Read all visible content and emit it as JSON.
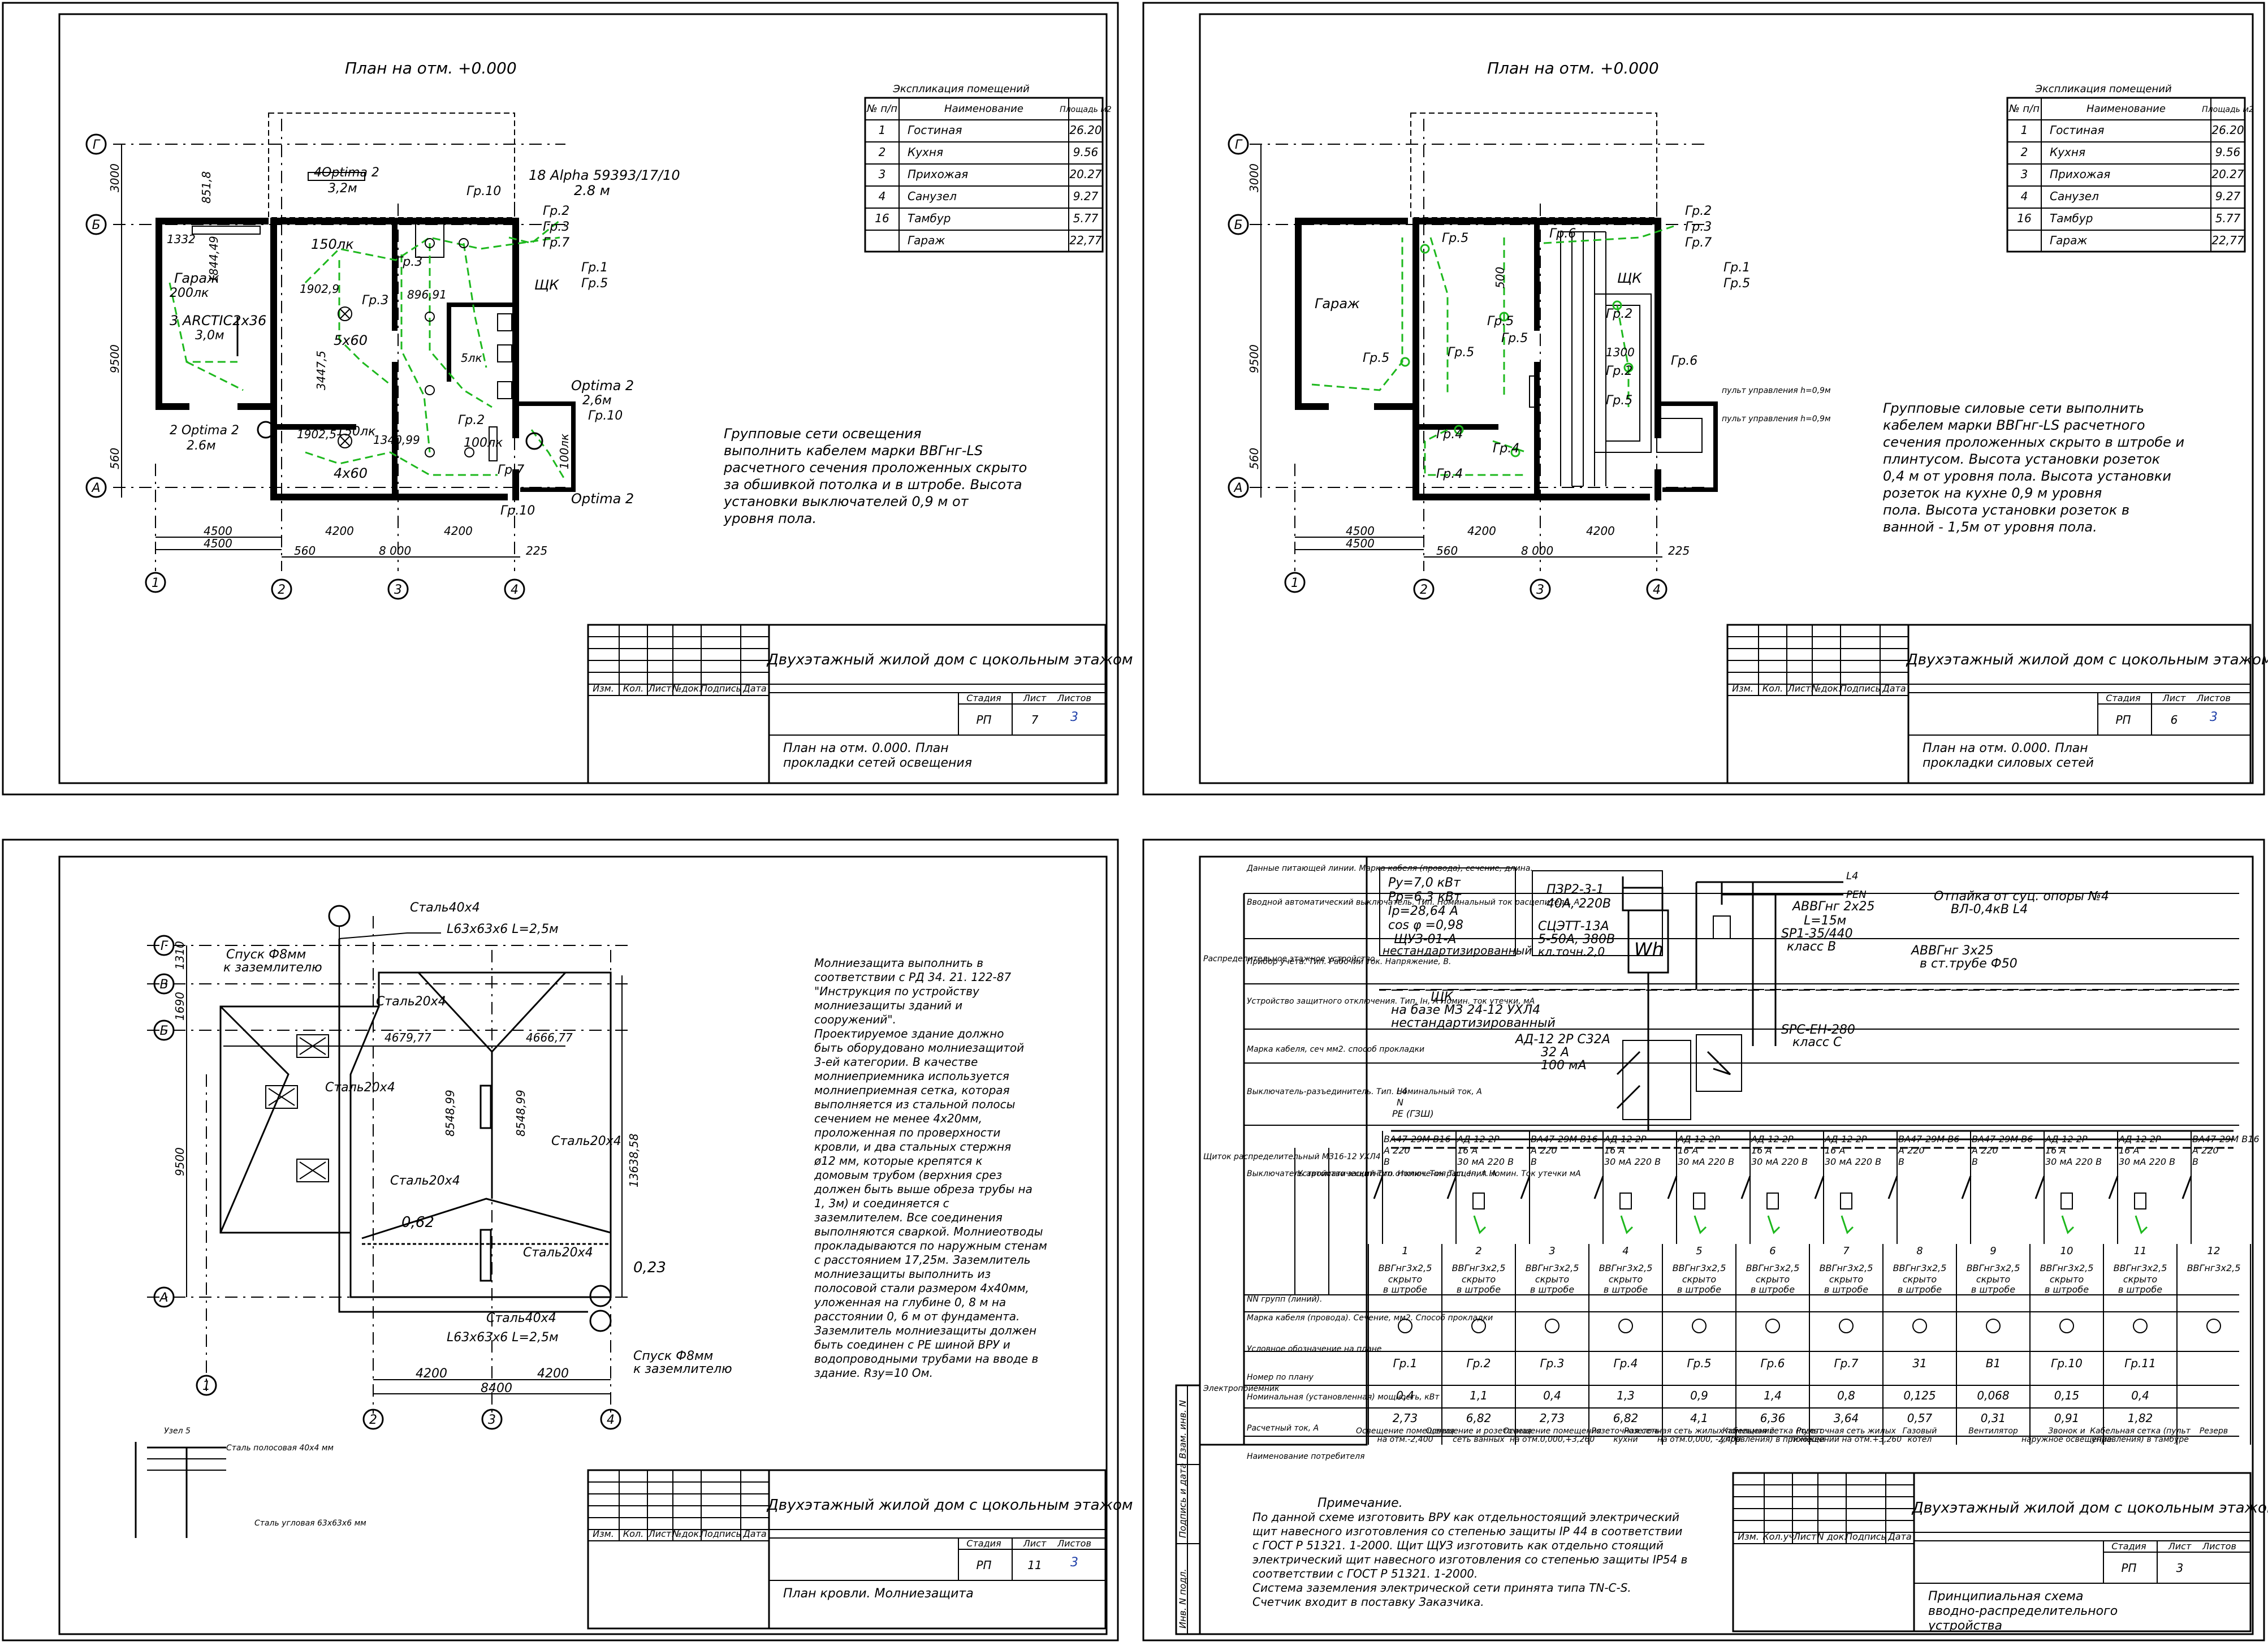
{
  "sheet1": {
    "title": "План на отм. +0.000",
    "expl_title": "Экспликация помещений",
    "expl_headers": [
      "№ п/п",
      "Наименование",
      "Площадь м2"
    ],
    "expl_rows": [
      {
        "n": "1",
        "name": "Гостиная",
        "area": "26.20"
      },
      {
        "n": "2",
        "name": "Кухня",
        "area": "9.56"
      },
      {
        "n": "3",
        "name": "Прихожая",
        "area": "20.27"
      },
      {
        "n": "4",
        "name": "Санузел",
        "area": "9.27"
      },
      {
        "n": "16",
        "name": "Тамбур",
        "area": "5.77"
      },
      {
        "n": "",
        "name": "Гараж",
        "area": "22,77"
      }
    ],
    "note": [
      "Групповые сети освещения",
      "выполнить кабелем марки ВВГнг-LS",
      "расчетного сечения проложенных скрыто",
      "за обшивкой потолка и в штробе.  Высота",
      "установки выключателей 0,9 м от",
      "уровня пола."
    ],
    "labels": [
      "4Optima 2",
      "3,2м",
      "18 Alpha 59393/17/10",
      "2.8 м",
      "Гр.10",
      "Гр.2",
      "Гр.3",
      "Гр.7",
      "Гр.1",
      "Гр.5",
      "Гр.3",
      "Гр.3",
      "150лк",
      "Гараж",
      "200лк",
      "3 ARCTIC2x36",
      "3,0м",
      "1902,9",
      "5x60",
      "896,91",
      "3447,5",
      "1902,5",
      "4x60",
      "150лк",
      "1340,99",
      "100лк",
      "2 Optima 2",
      "2.6м",
      "Optima 2",
      "2,6м",
      "Гр.10",
      "ЩК",
      "Гр.2",
      "Гр.7",
      "Гр.10",
      "1332",
      "1844,49",
      "851,8",
      "5лк",
      "100лк",
      "Optima 2"
    ],
    "grid_letters": [
      "Г",
      "Б",
      "А"
    ],
    "grid_numbers": [
      "1",
      "2",
      "3",
      "4"
    ],
    "dims_v": [
      "3000",
      "9500",
      "560"
    ],
    "dims_h": [
      "4500",
      "4500",
      "560",
      "4200",
      "8 000",
      "4200",
      "225"
    ],
    "stamp": {
      "cols": [
        "Изм.",
        "Кол.",
        "Лист",
        "№док.",
        "Подпись",
        "Дата"
      ],
      "project": "Двухэтажный жилой дом с цокольным этажом",
      "stage_h": "Стадия",
      "sheet_h": "Лист",
      "sheets_h": "Листов",
      "stage": "РП",
      "sheet": "7",
      "sheets": "3",
      "desc": [
        "План на отм. 0.000. План",
        "прокладки сетей освещения"
      ]
    }
  },
  "sheet2": {
    "title": "План на отм. +0.000",
    "expl_title": "Экспликация помещений",
    "expl_headers": [
      "№ п/п",
      "Наименование",
      "Площадь м2"
    ],
    "expl_rows": [
      {
        "n": "1",
        "name": "Гостиная",
        "area": "26.20"
      },
      {
        "n": "2",
        "name": "Кухня",
        "area": "9.56"
      },
      {
        "n": "3",
        "name": "Прихожая",
        "area": "20.27"
      },
      {
        "n": "4",
        "name": "Санузел",
        "area": "9.27"
      },
      {
        "n": "16",
        "name": "Тамбур",
        "area": "5.77"
      },
      {
        "n": "",
        "name": "Гараж",
        "area": "22,77"
      }
    ],
    "note": [
      "Групповые силовые сети выполнить",
      "кабелем марки ВВГнг-LS расчетного",
      "сечения проложенных скрыто в штробе и",
      "плинтусом.  Высота установки розеток",
      "0,4 м от уровня пола. Высота установки",
      "розеток на кухне 0,9 м уровня",
      "пола. Высота установки розеток в",
      "ванной - 1,5м от уровня пола."
    ],
    "labels": [
      "Гр.5",
      "Гр.6",
      "Гр.2",
      "Гр.3",
      "Гр.7",
      "Гр.1",
      "Гр.5",
      "ЩК",
      "Гараж",
      "Гр.5",
      "Гр.5",
      "Гр.5",
      "Гр.5",
      "Гр.2",
      "Гр.2",
      "Гр.6",
      "Гр.4",
      "Гр.4",
      "Гр.4",
      "Гр.5",
      "500",
      "1300",
      "пульт управления h=0,9м",
      "пульт управления h=0,9м"
    ],
    "stamp": {
      "project": "Двухэтажный жилой дом с цокольным этажом",
      "stage": "РП",
      "sheet": "6",
      "sheets": "3",
      "desc": [
        "План на отм. 0.000. План",
        "прокладки силовых сетей"
      ]
    }
  },
  "sheet3": {
    "note": [
      "Молниезащита выполнить в",
      "соответствии с РД 34. 21. 122-87",
      "\"Инструкция по устройству",
      "молниезащиты зданий и",
      "сооружений\".",
      "     Проектируемое здание должно",
      "быть оборудовано молниезащитой",
      "3-ей категории.  В качестве",
      "молниеприемника используется",
      "молниеприемная сетка, которая",
      "выполняется из стальной полосы",
      "сечением не менее 4х20мм,",
      "проложенная по проверхности",
      "кровли, и два стальных стержня",
      "ø12 мм, которые крепятся к",
      "домовым трубом (верхния срез",
      "должен быть выше обреза трубы на",
      "1, 3м) и  соединяется с",
      "заземлителем. Все соединения",
      "выполняются сваркой. Молниеотводы",
      "прокладываются по наружным стенам",
      "с расстоянием 17,25м.  Заземлитель",
      "молниезащиты выполнить из",
      "полосовой стали размером 4х40мм,",
      "уложенная на глубине 0, 8 м на",
      "расстоянии 0, 6 м от фундамента.",
      "Заземлитель молниезащиты должен",
      "быть соединен с PE шиной ВРУ и",
      "водопроводными трубами на вводе в",
      "здание. Rзу=10 Ом."
    ],
    "labels": [
      "Сталь40x4",
      "L63x63x6  L=2,5м",
      "Спуск Ф8мм",
      "к заземлителю",
      "Сталь20x4",
      "4679,77",
      "4666,77",
      "Сталь20x4",
      "Сталь20x4",
      "Сталь20x4",
      "8548,99",
      "8548,99",
      "13638,58",
      "0,62",
      "0,23",
      "Сталь20x4",
      "Сталь40x4",
      "L63x63x6  L=2,5м",
      "Спуск Ф8мм",
      "к заземлителю",
      "8400",
      "4200",
      "4200",
      "1690",
      "1310",
      "9500"
    ],
    "detail": [
      "Узел 5",
      "Сталь полосовая 40x4 мм",
      "Сталь угловая 63x63x6 мм"
    ],
    "stamp": {
      "project": "Двухэтажный жилой дом с цокольным этажом",
      "stage": "РП",
      "sheet": "11",
      "sheets": "3",
      "desc": [
        "План кровли. Молниезащита"
      ]
    }
  },
  "sheet4": {
    "top_left": [
      "Ру=7,0 кВт",
      "Рр=6,3 кВт",
      "Iр=28,64 А",
      "cos φ =0,98",
      "ЩУЗ-01-А",
      "нестандартизированный"
    ],
    "center_top": [
      "ПЗР2-3-1",
      "40А, 220В",
      "СЦЭТТ-13А",
      "5-50А, 380В",
      "кл.точн.2,0",
      "ЩК",
      "на базе МЗ 24-12 УХЛ4",
      "нестандартизированный",
      "АД-12 2Р С32А",
      "32 А",
      "100 мА",
      "SPC-EH-280",
      "класс С",
      "АВВГнг 2х25",
      "L=15м",
      "SP1-35/440",
      "класс В",
      "АВВГнг 3х25",
      "в ст.трубе Ф50",
      "Отпайка от суц. опоры №4",
      "ВЛ-0,4кВ L4",
      "L4",
      "PEN",
      "Wh"
    ],
    "left_headers": [
      "Данные питающей линии. Марка кабеля (провода), сечение, длина.",
      "Вводной автоматический выключатель. Тип. Номинальный ток расцепителя, А",
      "Прибор учета. Тип. Рабочий ток. Напряжение, В.",
      "Устройство защитного отключения. Тип, Iн, А Номин. ток утечки, мА",
      "Марка кабеля, сеч мм2. способ прокладки",
      "Выключатель-разъединитель. Тип. Номинальный ток, А",
      "Выключатель автоматический Тип. Номин. Ток расцепит. А",
      "Устройство защитного отключения Тип. Iн, А Номин. Ток утечки мА",
      "NN групп (линий).",
      "Марка кабеля (провода). Сечение, мм2. Способ прокладки",
      "Условное обозначение на плане",
      "Номер по плану",
      "Номинальная (установленная) мощность, кВт",
      "Расчетный ток, А",
      "Наименование потребителя"
    ],
    "group_left": [
      "Распределительное этажное устройство",
      "Щиток распределительный МЗ16-12 УХЛ4",
      "Электроприемник"
    ],
    "breakers": [
      "ВА47-29М В16 А 220 В",
      "АД-12 2Р 16 А 30 мА 220 В",
      "ВА47-29М В16 А 220 В",
      "АД-12 2Р 16 А 30 мА 220 В",
      "АД-12 2Р 16 А 30 мА 220 В",
      "АД-12 2Р 16 А 30 мА 220 В",
      "АД-12 2Р 16 А 30 мА 220 В",
      "ВА47-29М В6 А 220 В",
      "ВА47-29М В6 А 220 В",
      "АД-12 2Р 16 А 30 мА 220 В",
      "АД-12 2Р 16 А 30 мА 220 В",
      "ВА47-29М В16 А 220 В"
    ],
    "groups": [
      {
        "n": "1",
        "cable": "ВВГнг3х2,5 скрыто в штробе",
        "num": "Гр.1",
        "p": "0,4",
        "i": "2,73",
        "name": "Освещение помещения на отм.-2,400"
      },
      {
        "n": "2",
        "cable": "ВВГнг3х2,5 скрыто в штробе",
        "num": "Гр.2",
        "p": "1,1",
        "i": "6,82",
        "name": "Освещение и розеточная сеть ванных"
      },
      {
        "n": "3",
        "cable": "ВВГнг3х2,5 скрыто в штробе",
        "num": "Гр.3",
        "p": "0,4",
        "i": "2,73",
        "name": "Освещение помещения на отм.0,000,+3,260"
      },
      {
        "n": "4",
        "cable": "ВВГнг3х2,5 скрыто в штробе",
        "num": "Гр.4",
        "p": "1,3",
        "i": "6,82",
        "name": "Розеточная сеть кухни"
      },
      {
        "n": "5",
        "cable": "ВВГнг3х2,5 скрыто в штробе",
        "num": "Гр.5",
        "p": "0,9",
        "i": "4,1",
        "name": "Розеточная сеть жилых помещений на отм.0,000, -2,400"
      },
      {
        "n": "6",
        "cable": "ВВГнг3х2,5 скрыто в штробе",
        "num": "Гр.6",
        "p": "1,4",
        "i": "6,36",
        "name": "Кабельная сетка (пульт управления) в прихожей"
      },
      {
        "n": "7",
        "cable": "ВВГнг3х2,5 скрыто в штробе",
        "num": "Гр.7",
        "p": "0,8",
        "i": "3,64",
        "name": "Розеточная сеть жилых помещений на отм.+3,260"
      },
      {
        "n": "8",
        "cable": "ВВГнг3х2,5 скрыто в штробе",
        "num": "31",
        "p": "0,125",
        "i": "0,57",
        "name": "Газовый котел"
      },
      {
        "n": "9",
        "cable": "ВВГнг3х2,5 скрыто в штробе",
        "num": "В1",
        "p": "0,068",
        "i": "0,31",
        "name": "Вентилятор"
      },
      {
        "n": "10",
        "cable": "ВВГнг3х2,5 скрыто в штробе",
        "num": "Гр.10",
        "p": "0,15",
        "i": "0,91",
        "name": "Звонок и наружное освещение"
      },
      {
        "n": "11",
        "cable": "ВВГнг3х2,5 скрыто в штробе",
        "num": "Гр.11",
        "p": "0,4",
        "i": "1,82",
        "name": "Кабельная сетка (пульт управления) в тамбуре"
      },
      {
        "n": "12",
        "cable": "ВВГнг3х2,5",
        "num": "",
        "p": "",
        "i": "",
        "name": "Резерв"
      }
    ],
    "note_title": "Примечание.",
    "note": [
      "По данной схеме изготовить ВРУ как отдельностоящий электрический",
      "щит навесного изготовления со степенью защиты IP 44 в соответствии",
      "с ГОСТ Р 51321. 1-2000. Щит ЩУЗ изготовить как отдельно стоящий",
      "электрический щит навесного изготовления со степенью защиты IP54 в",
      "соответствии с ГОСТ Р 51321. 1-2000.",
      "Система заземления электрической сети принята типа TN-C-S.",
      "Счетчик входит в поставку Заказчика."
    ],
    "side": [
      "Инв. N подл.",
      "Подпись и дата",
      "Взам. инв. N"
    ],
    "stamp": {
      "cols": [
        "Изм.",
        "Кол.уч",
        "Лист",
        "N док.",
        "Подпись",
        "Дата"
      ],
      "project": "Двухэтажный жилой дом с цокольным этажом",
      "stage_h": "Стадия",
      "sheet_h": "Лист",
      "sheets_h": "Листов",
      "stage": "РП",
      "sheet": "3",
      "sheets": "",
      "desc": [
        "Принципиальная схема",
        "вводно-распределительного",
        "устройства"
      ]
    }
  }
}
